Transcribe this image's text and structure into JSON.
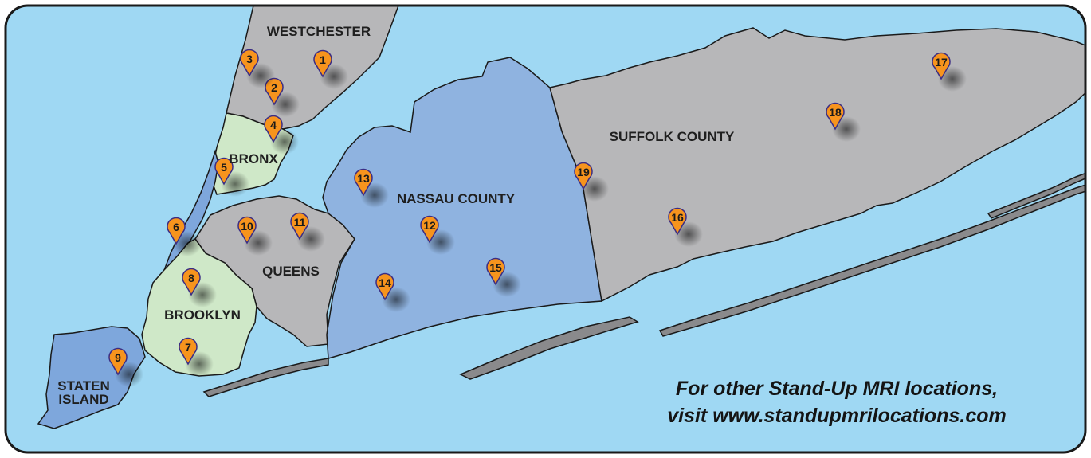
{
  "map": {
    "water_color": "#9fd8f3",
    "border_color": "#1a1a1a",
    "pin_color": "#f7941d",
    "pin_outline": "#3b2d84",
    "region_colors": {
      "westchester": "#b7b7b9",
      "bronx": "#cfe8c8",
      "brooklyn": "#cfe8c8",
      "queens": "#b7b7b9",
      "nassau": "#8fb3e0",
      "suffolk": "#b7b7b9",
      "staten_island": "#7ea7dc",
      "manhattan": "#7ea7dc",
      "barrier_beaches": "#8a8a8c"
    },
    "regions": [
      {
        "id": "westchester",
        "label": "WESTCHESTER"
      },
      {
        "id": "bronx",
        "label": "BRONX"
      },
      {
        "id": "queens",
        "label": "QUEENS"
      },
      {
        "id": "brooklyn",
        "label": "BROOKLYN"
      },
      {
        "id": "nassau",
        "label": "NASSAU COUNTY"
      },
      {
        "id": "suffolk",
        "label": "SUFFOLK COUNTY"
      },
      {
        "id": "staten_island",
        "label_line1": "STATEN",
        "label_line2": "ISLAND"
      }
    ],
    "pins": [
      {
        "number": "1",
        "region": "westchester"
      },
      {
        "number": "2",
        "region": "westchester"
      },
      {
        "number": "3",
        "region": "westchester"
      },
      {
        "number": "4",
        "region": "bronx"
      },
      {
        "number": "5",
        "region": "bronx"
      },
      {
        "number": "6",
        "region": "manhattan"
      },
      {
        "number": "7",
        "region": "brooklyn"
      },
      {
        "number": "8",
        "region": "brooklyn"
      },
      {
        "number": "9",
        "region": "staten_island"
      },
      {
        "number": "10",
        "region": "queens"
      },
      {
        "number": "11",
        "region": "queens"
      },
      {
        "number": "12",
        "region": "nassau"
      },
      {
        "number": "13",
        "region": "nassau"
      },
      {
        "number": "14",
        "region": "nassau"
      },
      {
        "number": "15",
        "region": "nassau"
      },
      {
        "number": "16",
        "region": "suffolk"
      },
      {
        "number": "17",
        "region": "suffolk"
      },
      {
        "number": "18",
        "region": "suffolk"
      },
      {
        "number": "19",
        "region": "suffolk"
      }
    ],
    "tagline": {
      "line1": "For other Stand-Up MRI locations,",
      "line2": "visit www.standupmrilocations.com"
    }
  }
}
